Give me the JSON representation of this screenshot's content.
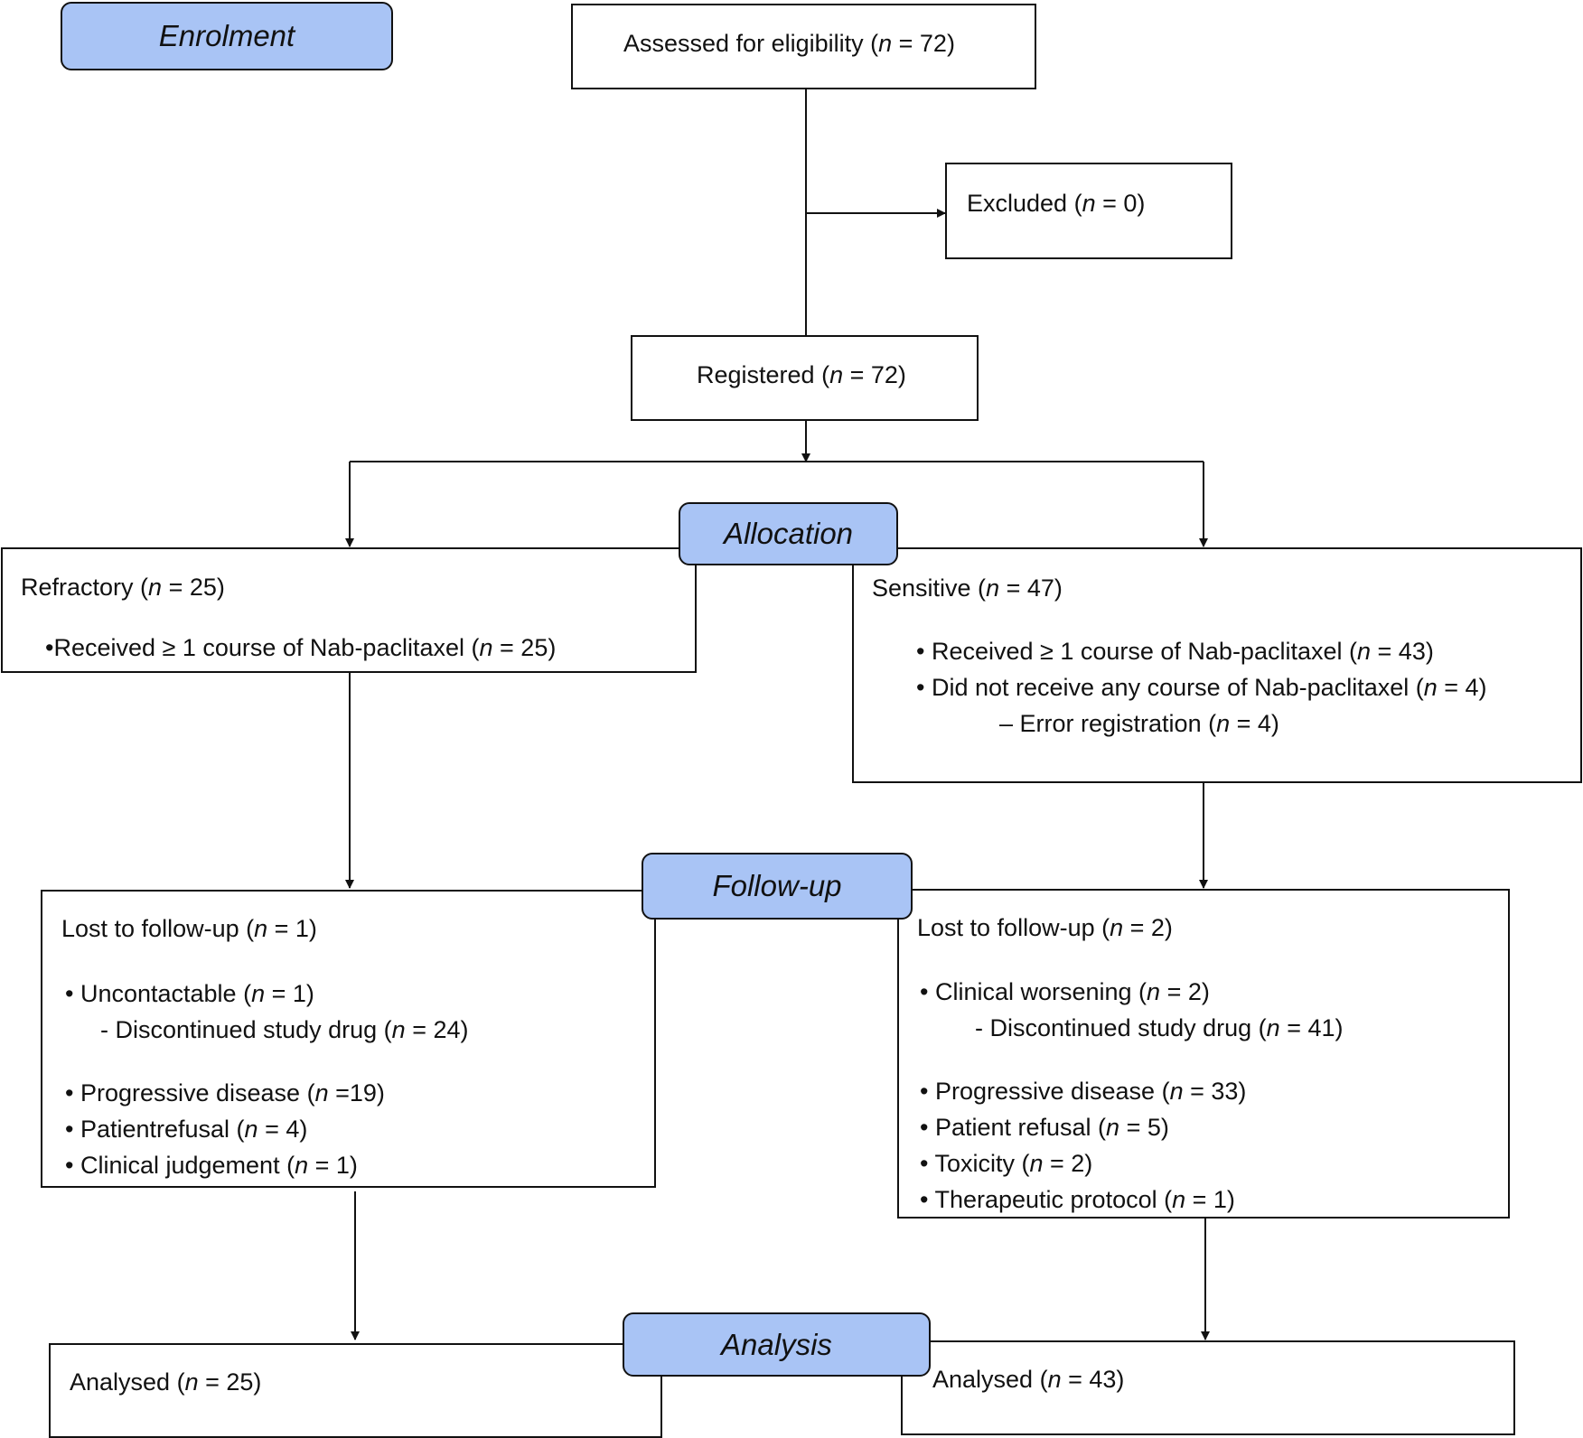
{
  "stages": {
    "enrolment": "Enrolment",
    "allocation": "Allocation",
    "follow_up": "Follow-up",
    "analysis": "Analysis"
  },
  "boxes": {
    "assessed": {
      "label": "Assessed for eligibility (",
      "n": "n",
      "value": " = 72)"
    },
    "excluded": {
      "label": "Excluded  (",
      "n": "n",
      "value": " = 0)"
    },
    "registered": {
      "label": "Registered (",
      "n": "n",
      "value": " = 72)"
    },
    "refractory": {
      "title": {
        "label": "Refractory (",
        "n": "n",
        "value": " = 25)"
      },
      "items": [
        {
          "label": "•Received ≥ 1 course of Nab-paclitaxel (",
          "n": "n",
          "value": " = 25)"
        }
      ]
    },
    "sensitive": {
      "title": {
        "label": "Sensitive (",
        "n": "n",
        "value": " = 47)"
      },
      "items": [
        {
          "label": "• Received ≥ 1 course of Nab-paclitaxel (",
          "n": "n",
          "value": " = 43)"
        },
        {
          "label": "• Did not receive any course of Nab-paclitaxel (",
          "n": "n",
          "value": " = 4)"
        },
        {
          "label": "– Error registration (",
          "n": "n",
          "value": " = 4)"
        }
      ]
    },
    "followup_left": {
      "title": {
        "label": "Lost to follow-up (",
        "n": "n",
        "value": " = 1)"
      },
      "items": [
        {
          "label": "• Uncontactable (",
          "n": "n",
          "value": " = 1)"
        },
        {
          "label": "- Discontinued study drug (",
          "n": "n",
          "value": " = 24)"
        },
        {
          "label": "• Progressive disease (",
          "n": "n",
          "value": " =19)"
        },
        {
          "label": "• Patientrefusal (",
          "n": "n",
          "value": " = 4)"
        },
        {
          "label": "• Clinical judgement (",
          "n": "n",
          "value": " = 1)"
        }
      ]
    },
    "followup_right": {
      "title": {
        "label": "Lost to follow-up (",
        "n": "n",
        "value": " = 2)"
      },
      "items": [
        {
          "label": "• Clinical worsening (",
          "n": "n",
          "value": " = 2)"
        },
        {
          "label": "- Discontinued study drug (",
          "n": "n",
          "value": " = 41)"
        },
        {
          "label": "• Progressive disease (",
          "n": "n",
          "value": " = 33)"
        },
        {
          "label": "• Patient refusal (",
          "n": "n",
          "value": " = 5)"
        },
        {
          "label": "• Toxicity (",
          "n": "n",
          "value": " = 2)"
        },
        {
          "label": "• Therapeutic protocol (",
          "n": "n",
          "value": " = 1)"
        }
      ]
    },
    "analysed_left": {
      "label": "Analysed (",
      "n": "n",
      "value": " = 25)"
    },
    "analysed_right": {
      "label": "Analysed (",
      "n": "n",
      "value": " = 43)"
    }
  }
}
